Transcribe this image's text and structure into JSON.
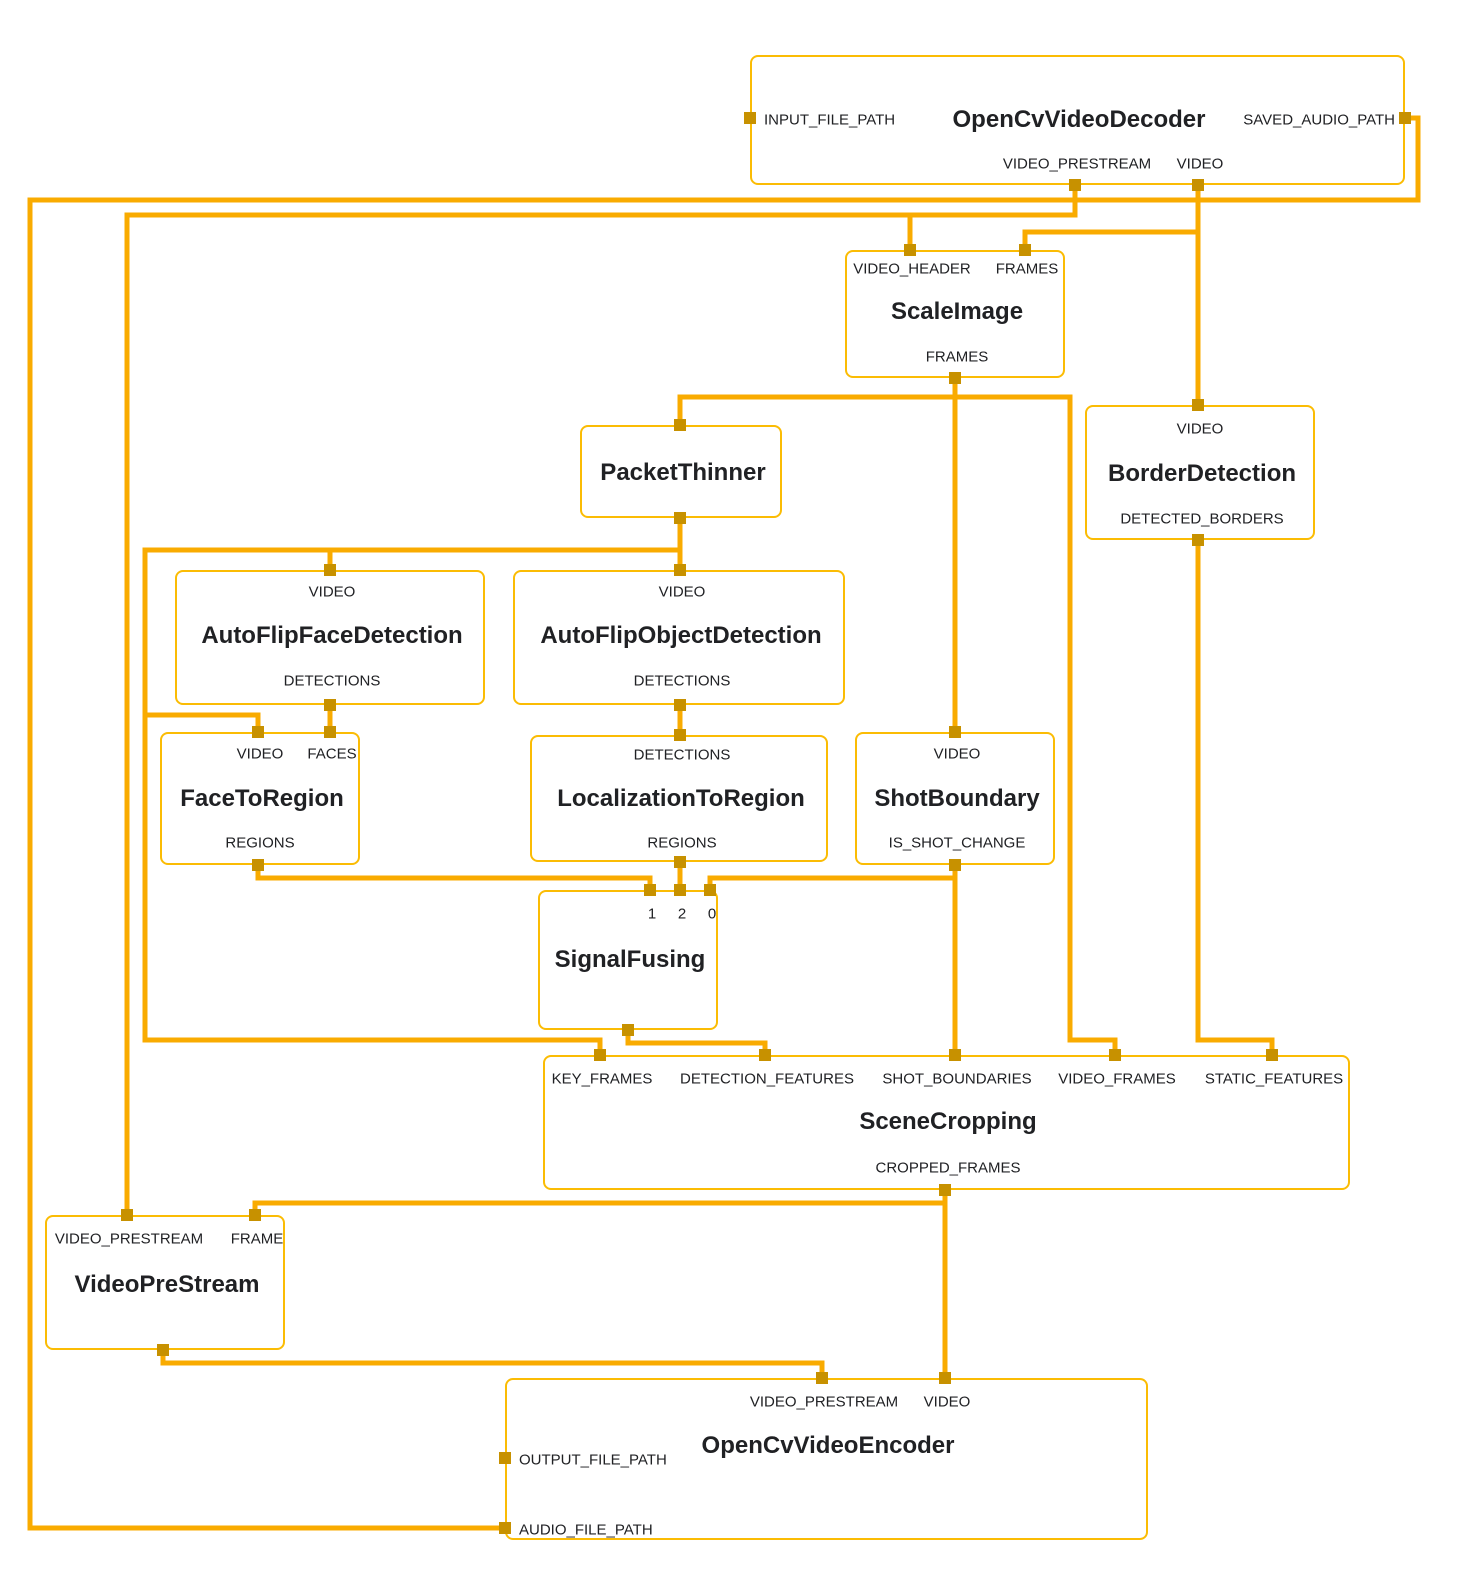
{
  "colors": {
    "edge": "#F9AB00",
    "port_marker": "#C79100",
    "node_border": "#FBBC04",
    "text": "#202124",
    "background": "#ffffff"
  },
  "nodes": {
    "opencv_video_decoder": {
      "title": "OpenCvVideoDecoder",
      "ports": {
        "input_file_path": "INPUT_FILE_PATH",
        "saved_audio_path": "SAVED_AUDIO_PATH",
        "video_prestream": "VIDEO_PRESTREAM",
        "video": "VIDEO"
      }
    },
    "scale_image": {
      "title": "ScaleImage",
      "ports": {
        "video_header": "VIDEO_HEADER",
        "frames_in": "FRAMES",
        "frames_out": "FRAMES"
      }
    },
    "packet_thinner": {
      "title": "PacketThinner"
    },
    "border_detection": {
      "title": "BorderDetection",
      "ports": {
        "video": "VIDEO",
        "detected_borders": "DETECTED_BORDERS"
      }
    },
    "autoflip_face_detection": {
      "title": "AutoFlipFaceDetection",
      "ports": {
        "video": "VIDEO",
        "detections": "DETECTIONS"
      }
    },
    "autoflip_object_detection": {
      "title": "AutoFlipObjectDetection",
      "ports": {
        "video": "VIDEO",
        "detections": "DETECTIONS"
      }
    },
    "face_to_region": {
      "title": "FaceToRegion",
      "ports": {
        "video": "VIDEO",
        "faces": "FACES",
        "regions": "REGIONS"
      }
    },
    "localization_to_region": {
      "title": "LocalizationToRegion",
      "ports": {
        "detections": "DETECTIONS",
        "regions": "REGIONS"
      }
    },
    "shot_boundary": {
      "title": "ShotBoundary",
      "ports": {
        "video": "VIDEO",
        "is_shot_change": "IS_SHOT_CHANGE"
      }
    },
    "signal_fusing": {
      "title": "SignalFusing",
      "ports": {
        "in1": "1",
        "in2": "2",
        "in0": "0"
      }
    },
    "scene_cropping": {
      "title": "SceneCropping",
      "ports": {
        "key_frames": "KEY_FRAMES",
        "detection_features": "DETECTION_FEATURES",
        "shot_boundaries": "SHOT_BOUNDARIES",
        "video_frames": "VIDEO_FRAMES",
        "static_features": "STATIC_FEATURES",
        "cropped_frames": "CROPPED_FRAMES"
      }
    },
    "video_pre_stream": {
      "title": "VideoPreStream",
      "ports": {
        "video_prestream": "VIDEO_PRESTREAM",
        "frame": "FRAME"
      }
    },
    "opencv_video_encoder": {
      "title": "OpenCvVideoEncoder",
      "ports": {
        "video_prestream": "VIDEO_PRESTREAM",
        "video": "VIDEO",
        "output_file_path": "OUTPUT_FILE_PATH",
        "audio_file_path": "AUDIO_FILE_PATH"
      }
    }
  },
  "connections": [
    {
      "from": "OpenCvVideoDecoder.VIDEO_PRESTREAM",
      "to": "ScaleImage.VIDEO_HEADER"
    },
    {
      "from": "OpenCvVideoDecoder.VIDEO_PRESTREAM",
      "to": "VideoPreStream.VIDEO_PRESTREAM"
    },
    {
      "from": "OpenCvVideoDecoder.VIDEO",
      "to": "ScaleImage.FRAMES"
    },
    {
      "from": "OpenCvVideoDecoder.VIDEO",
      "to": "BorderDetection.VIDEO"
    },
    {
      "from": "OpenCvVideoDecoder.SAVED_AUDIO_PATH",
      "to": "OpenCvVideoEncoder.AUDIO_FILE_PATH"
    },
    {
      "from": "ScaleImage.FRAMES",
      "to": "PacketThinner"
    },
    {
      "from": "ScaleImage.FRAMES",
      "to": "ShotBoundary.VIDEO"
    },
    {
      "from": "ScaleImage.FRAMES",
      "to": "SceneCropping.VIDEO_FRAMES"
    },
    {
      "from": "PacketThinner",
      "to": "AutoFlipFaceDetection.VIDEO"
    },
    {
      "from": "PacketThinner",
      "to": "AutoFlipObjectDetection.VIDEO"
    },
    {
      "from": "PacketThinner",
      "to": "FaceToRegion.VIDEO"
    },
    {
      "from": "PacketThinner",
      "to": "SceneCropping.KEY_FRAMES"
    },
    {
      "from": "AutoFlipFaceDetection.DETECTIONS",
      "to": "FaceToRegion.FACES"
    },
    {
      "from": "AutoFlipObjectDetection.DETECTIONS",
      "to": "LocalizationToRegion.DETECTIONS"
    },
    {
      "from": "FaceToRegion.REGIONS",
      "to": "SignalFusing.1"
    },
    {
      "from": "LocalizationToRegion.REGIONS",
      "to": "SignalFusing.2"
    },
    {
      "from": "ShotBoundary.IS_SHOT_CHANGE",
      "to": "SignalFusing.0"
    },
    {
      "from": "ShotBoundary.IS_SHOT_CHANGE",
      "to": "SceneCropping.SHOT_BOUNDARIES"
    },
    {
      "from": "SignalFusing",
      "to": "SceneCropping.DETECTION_FEATURES"
    },
    {
      "from": "BorderDetection.DETECTED_BORDERS",
      "to": "SceneCropping.STATIC_FEATURES"
    },
    {
      "from": "SceneCropping.CROPPED_FRAMES",
      "to": "VideoPreStream.FRAME"
    },
    {
      "from": "SceneCropping.CROPPED_FRAMES",
      "to": "OpenCvVideoEncoder.VIDEO"
    },
    {
      "from": "VideoPreStream",
      "to": "OpenCvVideoEncoder.VIDEO_PRESTREAM"
    }
  ]
}
